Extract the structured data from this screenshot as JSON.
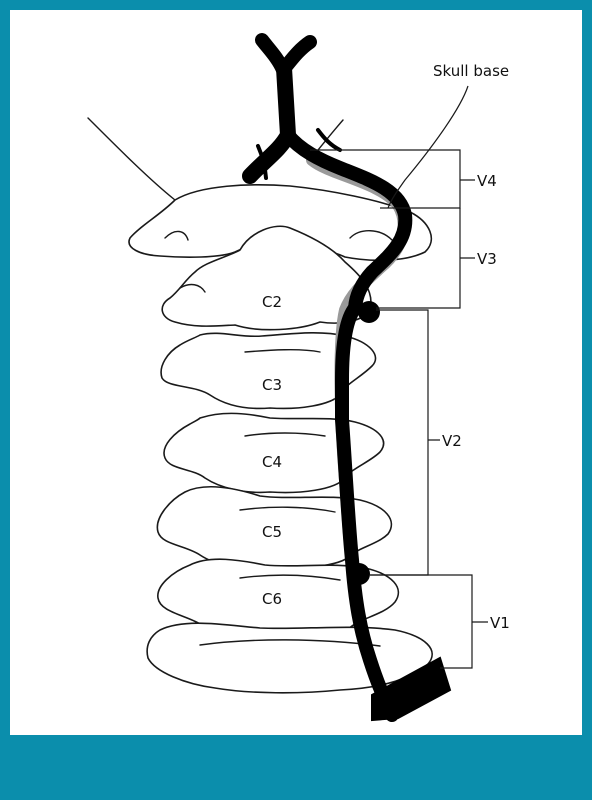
{
  "figure": {
    "labels": {
      "skull_base": "Skull base",
      "v4": "V4",
      "v3": "V3",
      "v2": "V2",
      "v1": "V1",
      "c2": "C2",
      "c3": "C3",
      "c4": "C4",
      "c5": "C5",
      "c6": "C6"
    },
    "colors": {
      "border": "#0b8eac",
      "artery": "#000000",
      "artery_hidden": "#9a9a9a",
      "outline": "#1a1a1a"
    }
  }
}
